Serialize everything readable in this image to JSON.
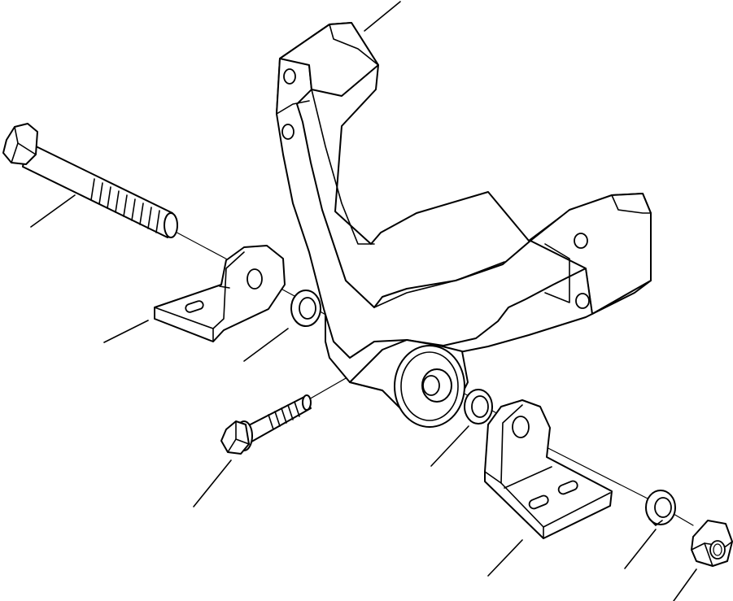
{
  "figure": {
    "description_shown": "",
    "parts": [
      {
        "name": "bracket",
        "callout": ""
      },
      {
        "name": "long-bolt",
        "callout": ""
      },
      {
        "name": "left-mount-plate",
        "callout": ""
      },
      {
        "name": "left-washer",
        "callout": ""
      },
      {
        "name": "short-bolt",
        "callout": ""
      },
      {
        "name": "center-washer",
        "callout": ""
      },
      {
        "name": "right-mount-plate",
        "callout": ""
      },
      {
        "name": "spring-washer",
        "callout": ""
      },
      {
        "name": "hex-nut",
        "callout": ""
      }
    ]
  },
  "colors": {
    "ink": "#000000",
    "paper": "#ffffff"
  }
}
